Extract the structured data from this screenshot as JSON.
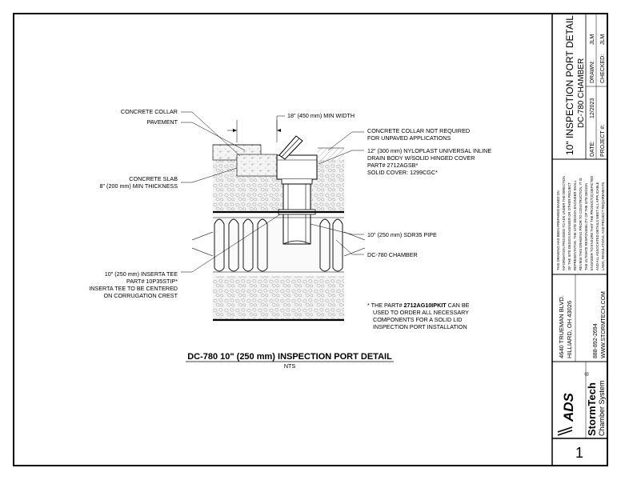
{
  "sheet": {
    "title": "DC-780 10\" (250 mm) INSPECTION PORT DETAIL",
    "scale": "NTS",
    "page_number": "1"
  },
  "callouts": {
    "concrete_collar": "CONCRETE COLLAR",
    "pavement": "PAVEMENT",
    "concrete_slab_1": "CONCRETE SLAB",
    "concrete_slab_2": "8\" (200 mm) MIN THICKNESS",
    "min_width": "18\" (450 mm) MIN WIDTH",
    "collar_not_required_1": "CONCRETE COLLAR NOT REQUIRED",
    "collar_not_required_2": "FOR UNPAVED APPLICATIONS",
    "drain_body_1": "12\" (300 mm) NYLOPLAST UNIVERSAL INLINE",
    "drain_body_2": "DRAIN BODY W/SOLID HINGED COVER",
    "drain_body_3": "PART# 2712AGSB*",
    "drain_body_4": "SOLID COVER: 1299CGC*",
    "pipe": "10\" (250 mm) SDR35 PIPE",
    "chamber": "DC-780 CHAMBER",
    "tee_1": "10\" (250 mm) INSERTA TEE",
    "tee_2": "PART# 10P35STIP*",
    "tee_3": "INSERTA TEE TO BE CENTERED",
    "tee_4": "ON CORRUGATION CREST"
  },
  "note": {
    "prefix": "* THE PART# ",
    "part": "2712AG10IPKIT",
    "suffix": " CAN BE",
    "line2": "USED TO ORDER ALL NECESSARY",
    "line3": "COMPONENTS FOR A SOLID LID",
    "line4": "INSPECTION PORT INSTALLATION"
  },
  "title_block": {
    "title_1": "10\" INSPECTION PORT DETAIL",
    "title_2": "DC-780 CHAMBER",
    "date_label": "DATE:",
    "date_value": "12/2023",
    "drawn_label": "DRAWN:",
    "drawn_value": "JLM",
    "project_label": "PROJECT #:",
    "project_value": "",
    "checked_label": "CHECKED:",
    "checked_value": "JLM",
    "disclaimer": [
      "THIS DRAWING HAS BEEN PREPARED BASED ON",
      "INFORMATION PROVIDED TO ADS UNDER THE DIRECTION",
      "OF THE SITE DESIGN ENGINEER OR OTHER PROJECT",
      "REPRESENTATIVE. THE SITE DESIGN ENGINEER SHALL",
      "REVIEW THIS DRAWING PRIOR TO CONSTRUCTION. IT IS",
      "THE ULTIMATE RESPONSIBILITY OF THE SITE DESIGN",
      "ENGINEER TO ENSURE THAT THE PRODUCT(S) DEPICTED",
      "AND ALL ASSOCIATED DETAILS MEET ALL APPLICABLE",
      "LAWS, REGULATIONS, AND PROJECT REQUIREMENTS."
    ],
    "address_1": "4640 TRUEMAN BLVD.",
    "address_2": "HILLIARD, OH 43026",
    "phone": "888-892-2694",
    "website": "WWW.STORMTECH.COM",
    "ads_logo": "ADS",
    "brand": "StormTech",
    "registered": "®",
    "brand_sub": "Chamber System"
  }
}
